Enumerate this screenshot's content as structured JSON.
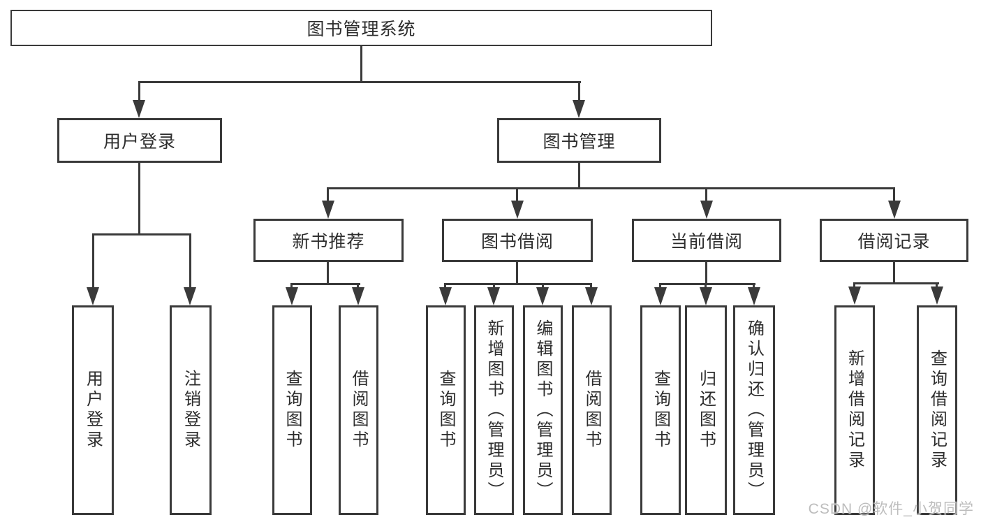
{
  "diagram": {
    "root": {
      "label": "图书管理系统"
    },
    "level2": [
      {
        "id": "user-login",
        "label": "用户登录"
      },
      {
        "id": "book-management",
        "label": "图书管理"
      }
    ],
    "level3": [
      {
        "id": "new-book-recommend",
        "label": "新书推荐",
        "parent": "图书管理"
      },
      {
        "id": "book-borrowing",
        "label": "图书借阅",
        "parent": "图书管理"
      },
      {
        "id": "current-borrowing",
        "label": "当前借阅",
        "parent": "图书管理"
      },
      {
        "id": "borrowing-records",
        "label": "借阅记录",
        "parent": "图书管理"
      }
    ],
    "leaves": [
      {
        "label": "用户登录",
        "parent": "用户登录"
      },
      {
        "label": "注销登录",
        "parent": "用户登录"
      },
      {
        "label": "查询图书",
        "parent": "新书推荐"
      },
      {
        "label": "借阅图书",
        "parent": "新书推荐"
      },
      {
        "label": "查询图书",
        "parent": "图书借阅"
      },
      {
        "label": "新增图书（管理员）",
        "parent": "图书借阅"
      },
      {
        "label": "编辑图书（管理员）",
        "parent": "图书借阅"
      },
      {
        "label": "借阅图书",
        "parent": "图书借阅"
      },
      {
        "label": "查询图书",
        "parent": "当前借阅"
      },
      {
        "label": "归还图书",
        "parent": "当前借阅"
      },
      {
        "label": "确认归还（管理员）",
        "parent": "当前借阅"
      },
      {
        "label": "新增借阅记录",
        "parent": "借阅记录"
      },
      {
        "label": "查询借阅记录",
        "parent": "借阅记录"
      }
    ],
    "watermark": "CSDN @软件_小贺同学"
  },
  "colors": {
    "line": "#3a3a3a",
    "text": "#2d2d2d",
    "watermark": "#bdbdbd",
    "background": "#ffffff"
  }
}
